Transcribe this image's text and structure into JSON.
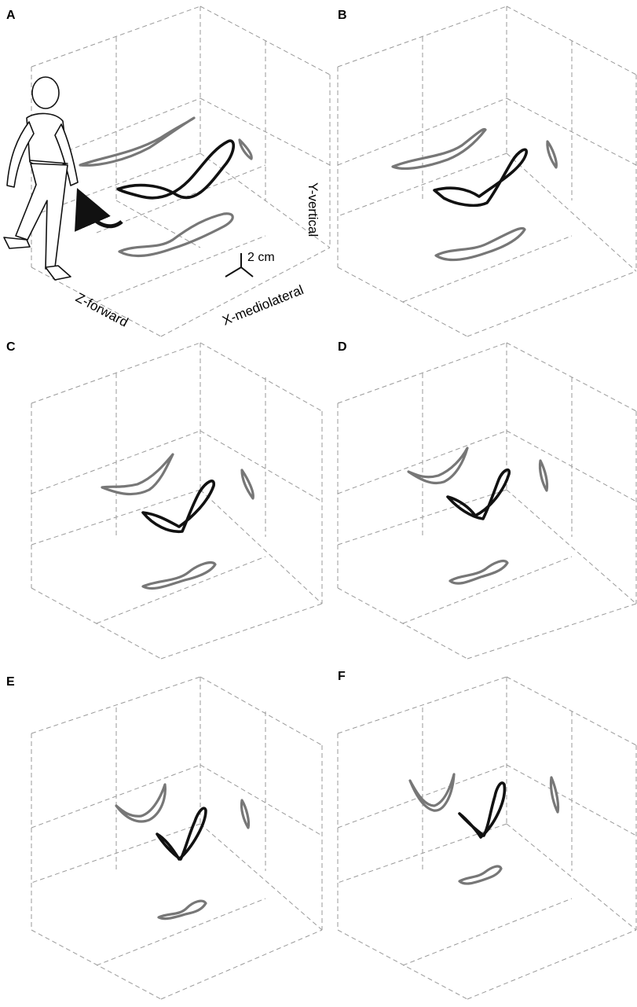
{
  "panels": [
    {
      "id": "A",
      "label": "A"
    },
    {
      "id": "B",
      "label": "B"
    },
    {
      "id": "C",
      "label": "C"
    },
    {
      "id": "D",
      "label": "D"
    },
    {
      "id": "E",
      "label": "E"
    },
    {
      "id": "F",
      "label": "F"
    }
  ],
  "axes": {
    "y": "Y-vertical",
    "x": "X-mediolateral",
    "z": "Z-forward"
  },
  "scale_bar": "2 cm",
  "colors": {
    "projection": "#777777",
    "trajectory": "#111111",
    "grid": "#9a9a9a"
  }
}
